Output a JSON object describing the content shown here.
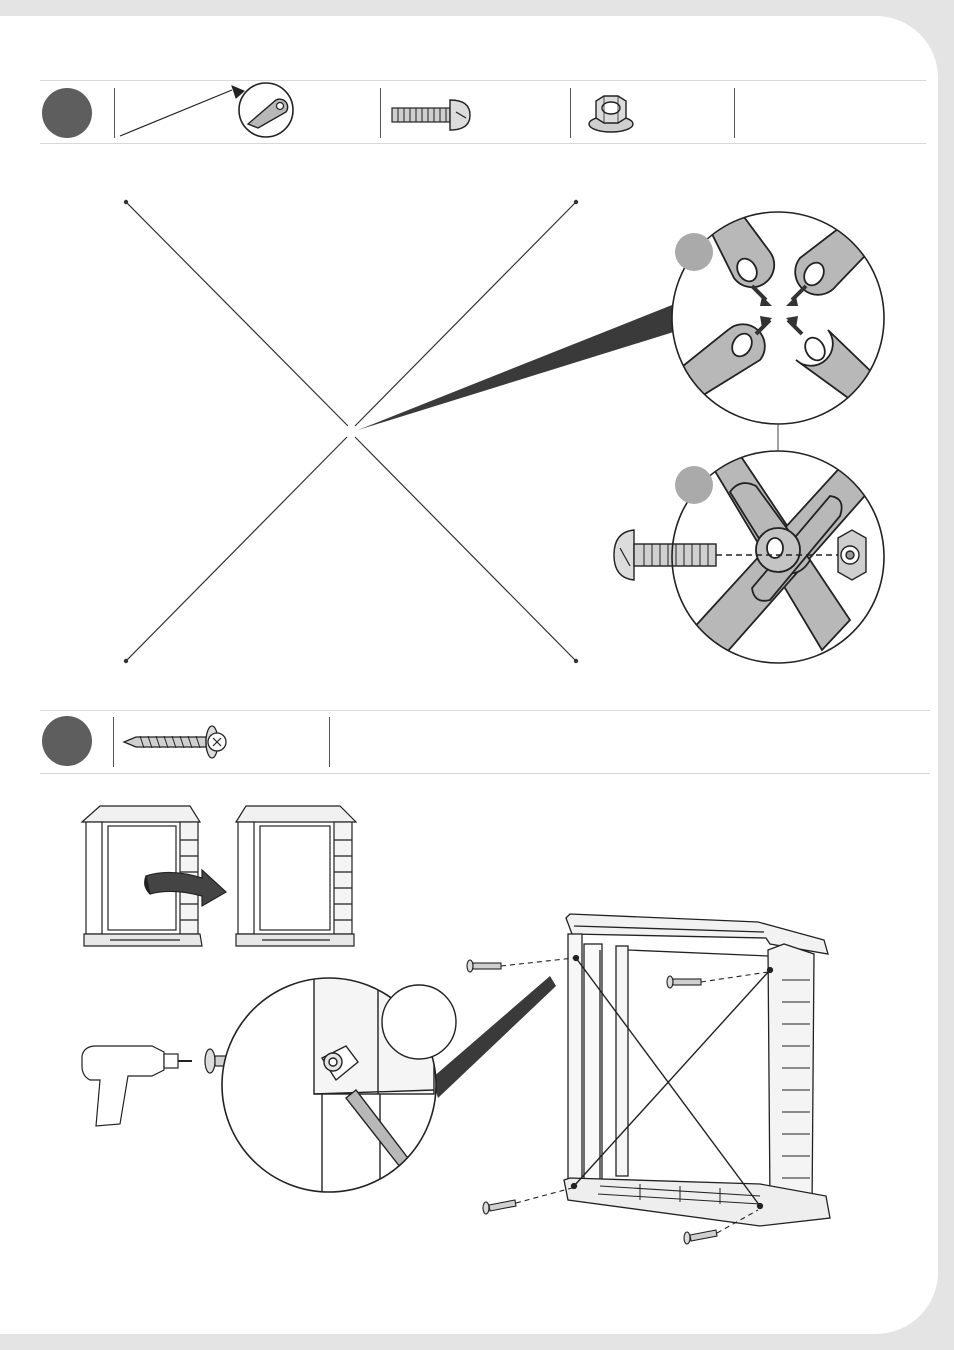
{
  "document": {
    "type": "assembly-instruction-page",
    "steps": [
      {
        "parts_row": [
          "diagonal-brace-part",
          "carriage-bolt-part",
          "flange-nut-part"
        ],
        "detail_views": [
          "brace-ends-alignment-detail",
          "bolt-and-nut-fastening-detail"
        ]
      },
      {
        "parts_row": [
          "self-tapping-screw-part"
        ],
        "detail_views": [
          "flip-unit-detail",
          "screw-into-brace-detail",
          "brace-install-overview"
        ]
      }
    ],
    "colors": {
      "badge": "#5e5e5e",
      "part_gray": "#b8b8b8",
      "dark_pointer": "#3a3a3a",
      "line": "#222222",
      "page_background": "#e4e4e4"
    }
  }
}
